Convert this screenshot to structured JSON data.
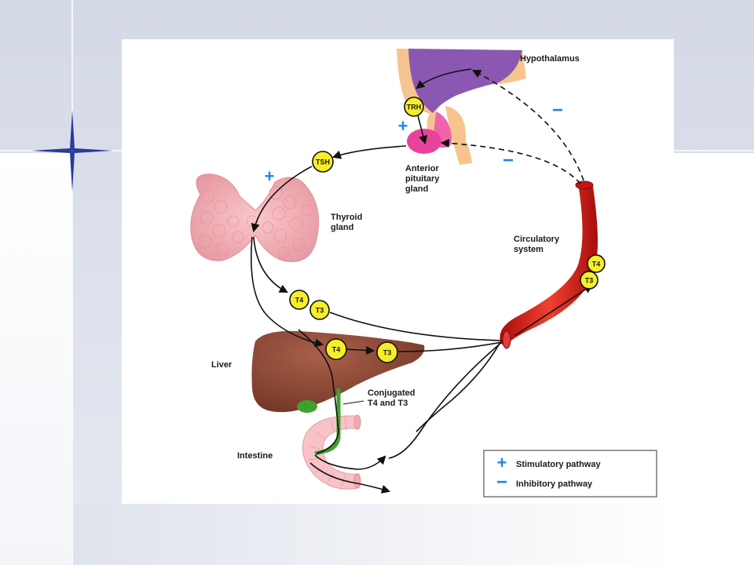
{
  "labels": {
    "hypothalamus": "Hypothalamus",
    "anterior_pituitary": [
      "Anterior",
      "pituitary",
      "gland"
    ],
    "thyroid_gland": [
      "Thyroid",
      "gland"
    ],
    "circulatory_system": [
      "Circulatory",
      "system"
    ],
    "liver": "Liver",
    "conjugated": [
      "Conjugated",
      "T4 and T3"
    ],
    "intestine": "Intestine"
  },
  "hormones": {
    "trh": "TRH",
    "tsh": "TSH",
    "t4": "T4",
    "t3": "T3"
  },
  "signs": {
    "plus": "+",
    "minus": "−"
  },
  "legend": {
    "stimulatory": "Stimulatory pathway",
    "inhibitory": "Inhibitory pathway"
  },
  "colors": {
    "slide_background": "#d6dbe7",
    "hormone_fill": "#f5ee2a",
    "sign_color": "#1e88e5",
    "hypothalamus": "#8a58b0",
    "pituitary": "#e8439a",
    "thyroid": "#f3aeb4",
    "liver": "#8e4a36",
    "vessel": "#d81e1e",
    "intestine": "#f7c3c8",
    "bile": "#3da22a"
  }
}
